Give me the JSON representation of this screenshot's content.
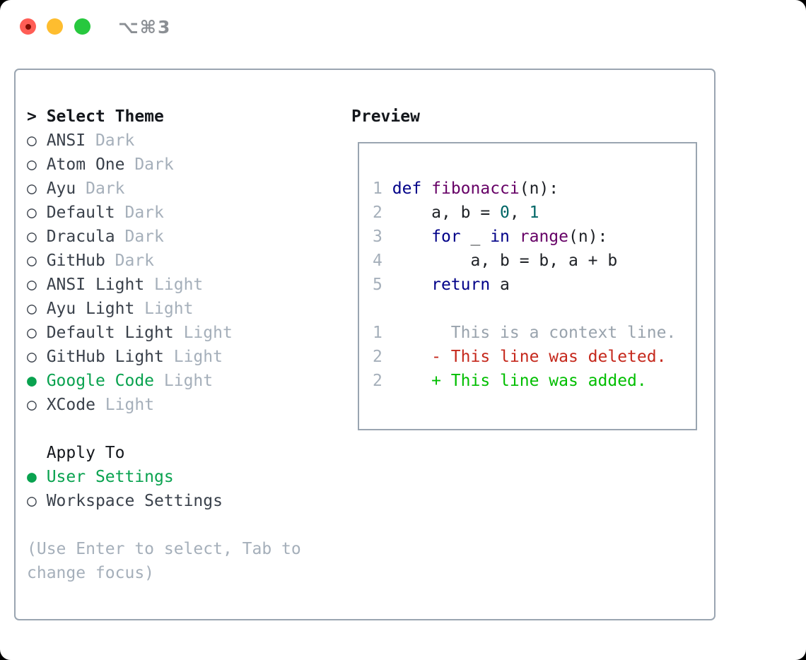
{
  "window": {
    "shortcut_label": "⌥⌘3",
    "traffic_lights": [
      {
        "name": "close-button",
        "color_key": "traffic_red"
      },
      {
        "name": "minimize-button",
        "color_key": "traffic_yellow"
      },
      {
        "name": "zoom-button",
        "color_key": "traffic_green"
      }
    ]
  },
  "theme_panel": {
    "title": "Select Theme",
    "title_prefix": ">",
    "unselected_glyph": "○",
    "selected_glyph": "●",
    "themes": [
      {
        "name": "ANSI",
        "variant": "Dark",
        "selected": false
      },
      {
        "name": "Atom One",
        "variant": "Dark",
        "selected": false
      },
      {
        "name": "Ayu",
        "variant": "Dark",
        "selected": false
      },
      {
        "name": "Default",
        "variant": "Dark",
        "selected": false
      },
      {
        "name": "Dracula",
        "variant": "Dark",
        "selected": false
      },
      {
        "name": "GitHub",
        "variant": "Dark",
        "selected": false
      },
      {
        "name": "ANSI Light",
        "variant": "Light",
        "selected": false
      },
      {
        "name": "Ayu Light",
        "variant": "Light",
        "selected": false
      },
      {
        "name": "Default Light",
        "variant": "Light",
        "selected": false
      },
      {
        "name": "GitHub Light",
        "variant": "Light",
        "selected": false
      },
      {
        "name": "Google Code",
        "variant": "Light",
        "selected": true
      },
      {
        "name": "XCode",
        "variant": "Light",
        "selected": false
      }
    ],
    "apply_to": {
      "title": "Apply To",
      "options": [
        {
          "name": "User Settings",
          "selected": true
        },
        {
          "name": "Workspace Settings",
          "selected": false
        }
      ]
    },
    "help_lines": [
      "(Use Enter to select, Tab to",
      "change focus)"
    ]
  },
  "preview_panel": {
    "title": "Preview",
    "code_lines": [
      {
        "num": "1",
        "tokens": [
          {
            "t": " "
          },
          {
            "t": "def",
            "c": "kw"
          },
          {
            "t": " "
          },
          {
            "t": "fibonacci",
            "c": "fn"
          },
          {
            "t": "(n):"
          }
        ]
      },
      {
        "num": "2",
        "tokens": [
          {
            "t": "     a, b = "
          },
          {
            "t": "0",
            "c": "lit"
          },
          {
            "t": ", "
          },
          {
            "t": "1",
            "c": "lit"
          }
        ]
      },
      {
        "num": "3",
        "tokens": [
          {
            "t": "     "
          },
          {
            "t": "for",
            "c": "kw"
          },
          {
            "t": " _ "
          },
          {
            "t": "in",
            "c": "kw"
          },
          {
            "t": " "
          },
          {
            "t": "range",
            "c": "fn"
          },
          {
            "t": "(n):"
          }
        ]
      },
      {
        "num": "4",
        "tokens": [
          {
            "t": "         a, b = b, a + b"
          }
        ]
      },
      {
        "num": "5",
        "tokens": [
          {
            "t": "     "
          },
          {
            "t": "return",
            "c": "kw"
          },
          {
            "t": " a"
          }
        ]
      }
    ],
    "diff_lines": [
      {
        "num": "1",
        "kind": "context",
        "text": "       This is a context line."
      },
      {
        "num": "2",
        "kind": "deleted",
        "text": "     - This line was deleted."
      },
      {
        "num": "2",
        "kind": "added",
        "text": "     + This line was added."
      }
    ]
  },
  "colors": {
    "text": "#3A414B",
    "heading": "#14171C",
    "muted": "#A5AFBA",
    "selection_green": "#09A24F",
    "diff_added": "#00BE00",
    "diff_deleted": "#C5281C",
    "code_keyword": "#000088",
    "code_function": "#660066",
    "code_literal": "#006666",
    "code_plain": "#1E2126",
    "line_number": "#A5AFBA",
    "context_gray": "#99A3AD",
    "border": "#9AA5B1",
    "titlebar_gray": "#8B8F94",
    "traffic_red": "#FF5D55",
    "traffic_red_dot": "#800D03",
    "traffic_yellow": "#FEBD2F",
    "traffic_green": "#27C83E"
  }
}
